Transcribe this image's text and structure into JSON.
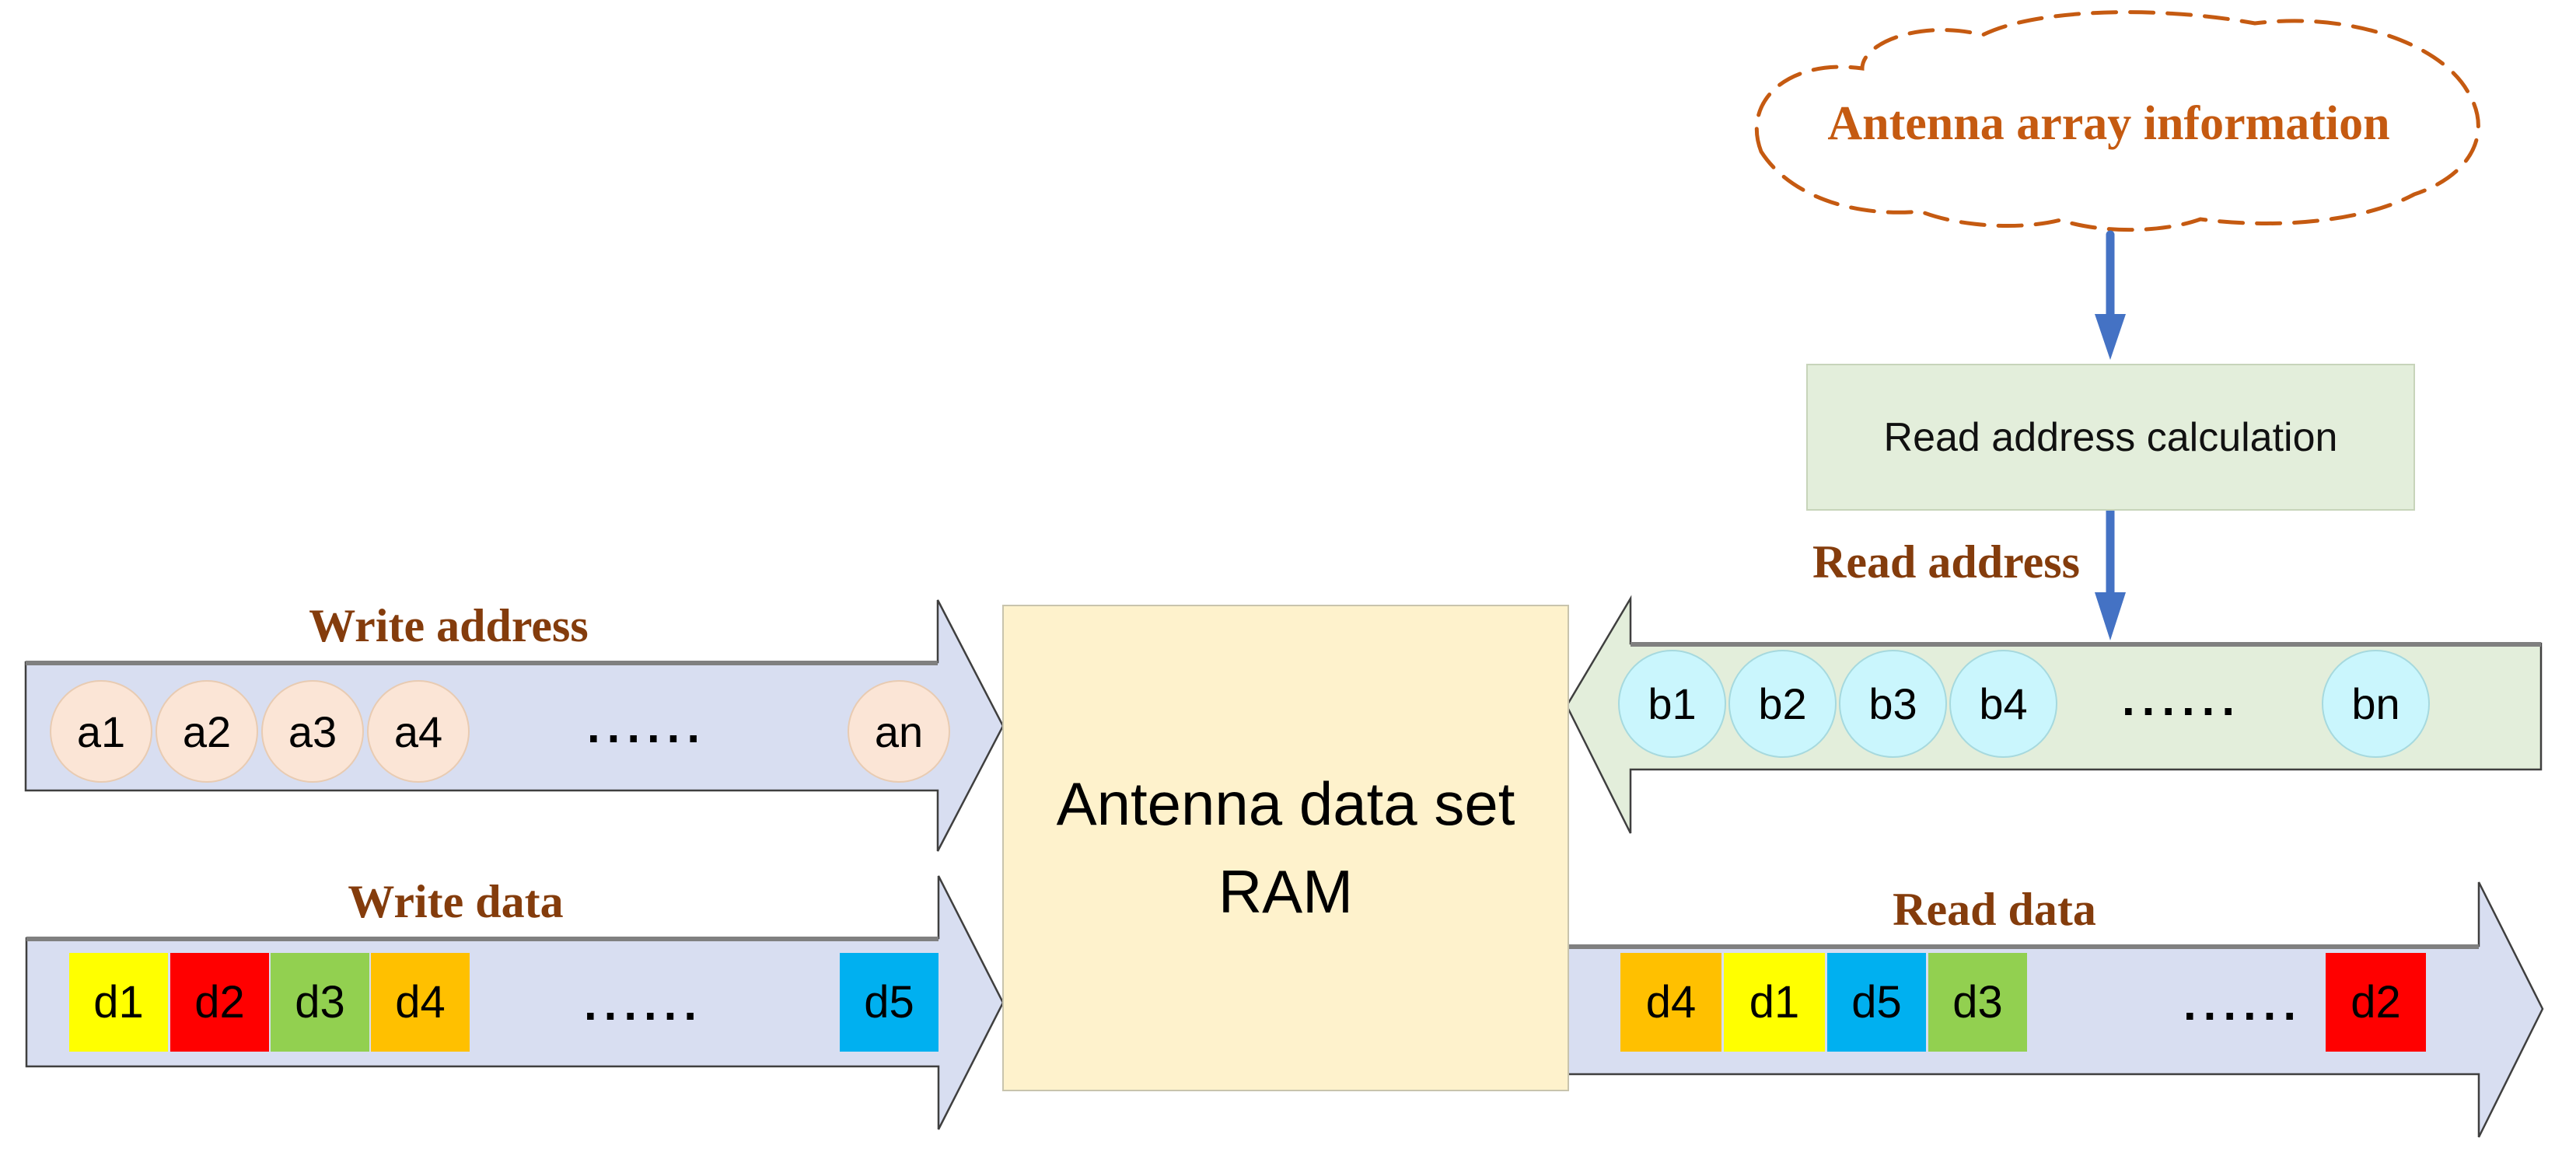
{
  "cloud": {
    "label": "Antenna array information"
  },
  "calc_box": {
    "label": "Read address calculation"
  },
  "ram": {
    "line1": "Antenna data set",
    "line2": "RAM"
  },
  "write_address": {
    "title": "Write address",
    "items": [
      "a1",
      "a2",
      "a3",
      "a4"
    ],
    "last": "an",
    "dots": "......"
  },
  "read_address": {
    "title": "Read address",
    "items": [
      "b1",
      "b2",
      "b3",
      "b4"
    ],
    "last": "bn",
    "dots": "......"
  },
  "write_data": {
    "title": "Write data",
    "items": [
      {
        "label": "d1",
        "color": "#FFFF00"
      },
      {
        "label": "d2",
        "color": "#FF0000"
      },
      {
        "label": "d3",
        "color": "#92D050"
      },
      {
        "label": "d4",
        "color": "#FFC000"
      }
    ],
    "last": {
      "label": "d5",
      "color": "#00B0F0"
    },
    "dots": "......"
  },
  "read_data": {
    "title": "Read data",
    "items": [
      {
        "label": "d4",
        "color": "#FFC000"
      },
      {
        "label": "d1",
        "color": "#FFFF00"
      },
      {
        "label": "d5",
        "color": "#00B0F0"
      },
      {
        "label": "d3",
        "color": "#92D050"
      }
    ],
    "last": {
      "label": "d2",
      "color": "#FF0000"
    },
    "dots": "......"
  },
  "colors": {
    "connector_blue": "#4472C4",
    "label_brown": "#843C0C",
    "cloud_orange": "#C55A11",
    "arrow_lavender": "#D8DEF1",
    "arrow_green": "#E3EEDB",
    "circle_peach": "#FBE5D6",
    "circle_cyan": "#CAF6FD",
    "ram_fill": "#FEF2CC"
  }
}
